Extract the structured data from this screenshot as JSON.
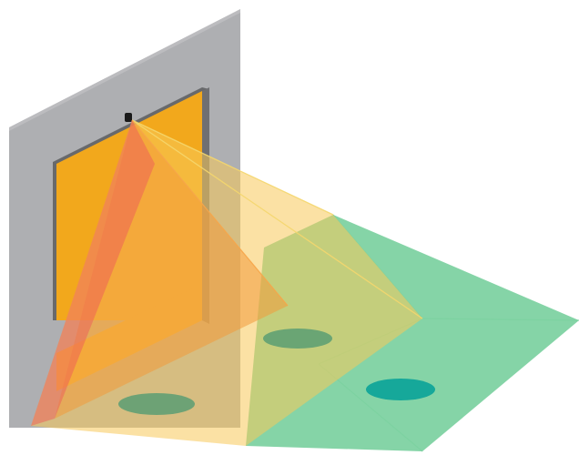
{
  "colors": {
    "wall": "#aeafb2",
    "wall_edge": "#9d9ea1",
    "door_panel": "#f2a81c",
    "door_frame_shadow": "#6f6f72",
    "sensor": "#1a1a1a",
    "red_field": "#ee5c59",
    "orange_field": "#f39a3a",
    "yellow_field": "#f8c95a",
    "green_field": "#5cc68a",
    "target_mark": "#5a9e73",
    "target_mark_center": "#16a89a"
  },
  "components": {
    "wall": "wall-panel",
    "door": "sliding-door",
    "sensor": "overhead-sensor",
    "detection_zones": [
      "red-zone",
      "orange-zone",
      "yellow-zone",
      "green-zone"
    ],
    "floor_markers": 3
  }
}
